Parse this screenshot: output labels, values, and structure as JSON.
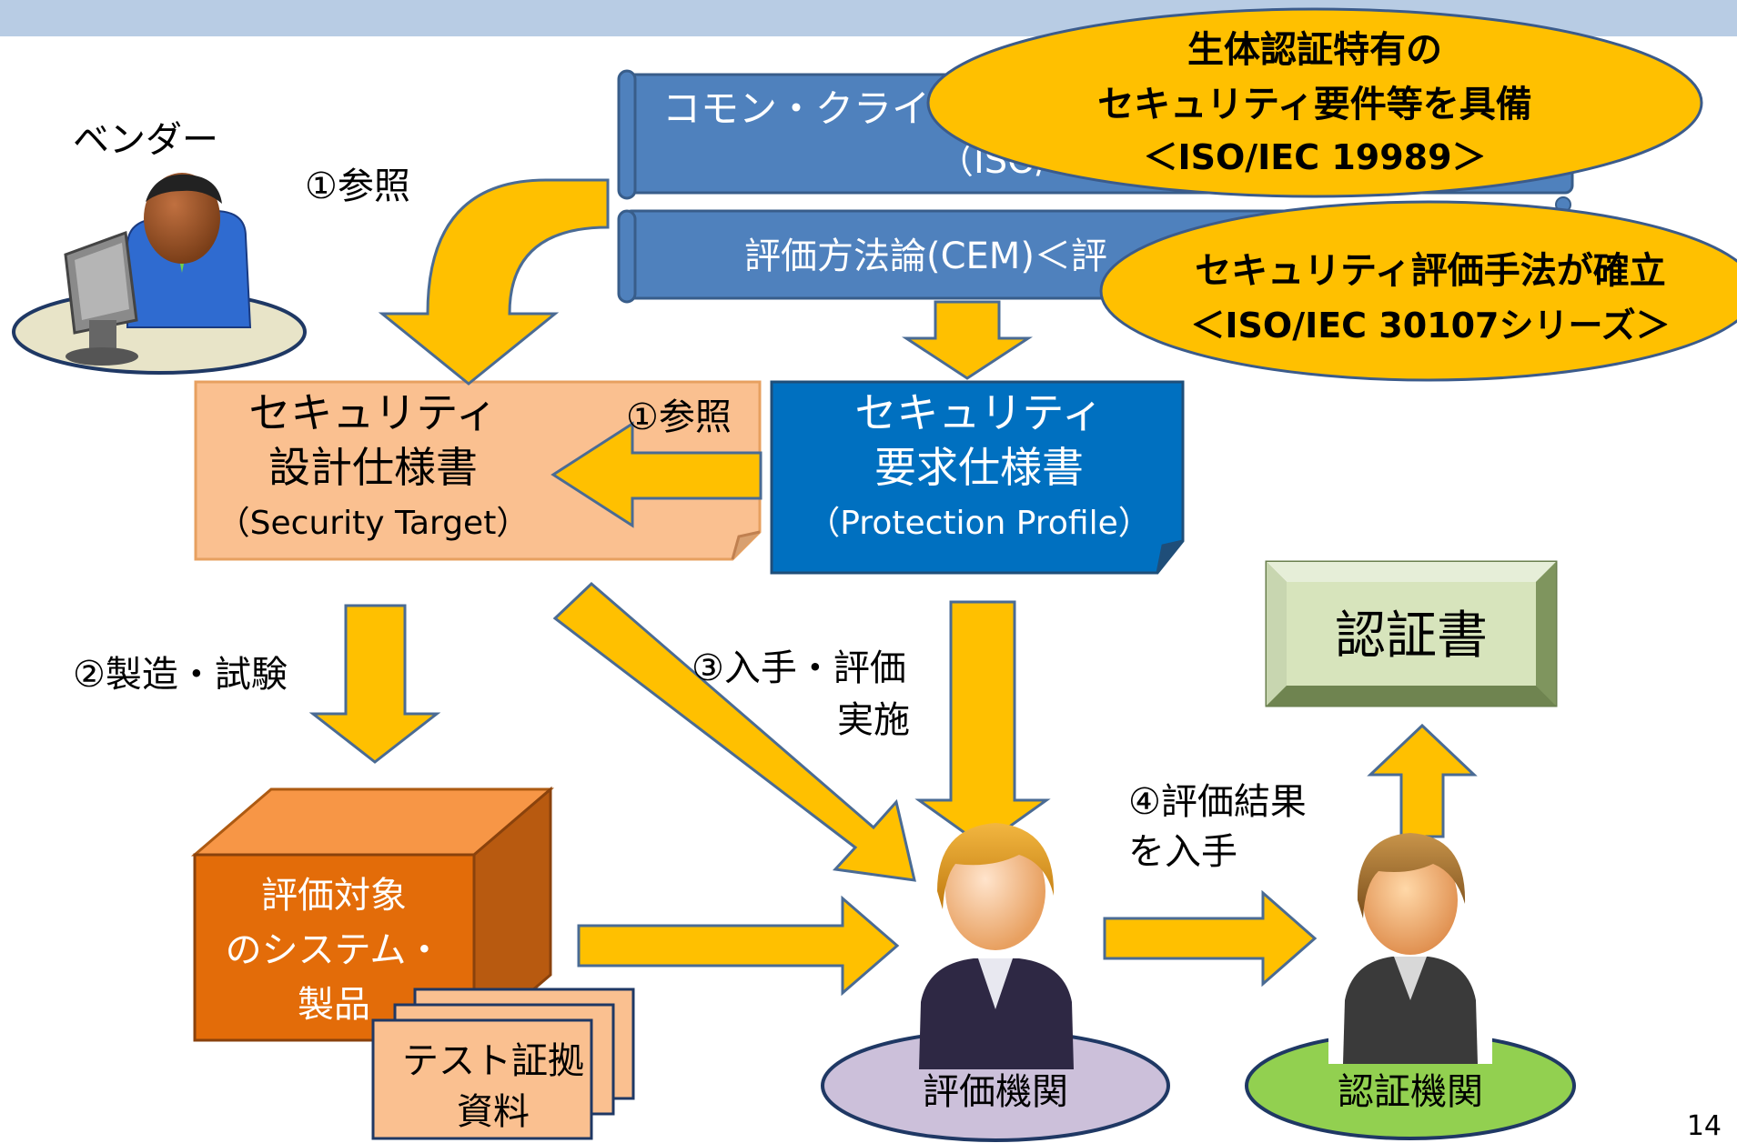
{
  "slide": {
    "page_number": "14"
  },
  "vendor": {
    "label": "ベンダー"
  },
  "cc_scroll": {
    "line1": "コモン・クライテ",
    "line2": "（ISO/IE"
  },
  "cem_scroll": {
    "label": "評価方法論(CEM)＜評"
  },
  "callout_bio": {
    "line1": "生体認証特有の",
    "line2": "セキュリティ要件等を具備",
    "line3": "＜ISO/IEC 19989＞"
  },
  "callout_eval": {
    "line1": "セキュリティ評価手法が確立",
    "line2": "＜ISO/IEC 30107シリーズ＞"
  },
  "st_doc": {
    "line1": "セキュリティ",
    "line2": "設計仕様書",
    "line3": "（Security Target）"
  },
  "pp_doc": {
    "line1": "セキュリティ",
    "line2": "要求仕様書",
    "line3": "（Protection Profile）"
  },
  "certificate": {
    "label": "認証書"
  },
  "toe_box": {
    "line1": "評価対象",
    "line2": "のシステム・",
    "line3": "製品"
  },
  "test_docs": {
    "line1": "テスト証拠",
    "line2": "資料"
  },
  "eval_org": {
    "label": "評価機関"
  },
  "cert_org": {
    "label": "認証機関"
  },
  "steps": {
    "ref_top": "①参照",
    "ref_mid": "①参照",
    "manufacture": "②製造・試験",
    "obtain_eval_1": "③入手・評価",
    "obtain_eval_2": "実施",
    "get_result_1": "④評価結果",
    "get_result_2": "を入手"
  },
  "colors": {
    "header_bar": "#b8cce4",
    "scroll_blue": "#4f81bd",
    "arrow_gold": "#ffc000",
    "callout_gold": "#ffc000",
    "st_fill": "#fac090",
    "pp_fill": "#0070c0",
    "cert_fill": "#d7e4bc",
    "toe_fill": "#e36c09",
    "eval_ellipse": "#ccc0da",
    "cert_ellipse": "#92d050"
  }
}
